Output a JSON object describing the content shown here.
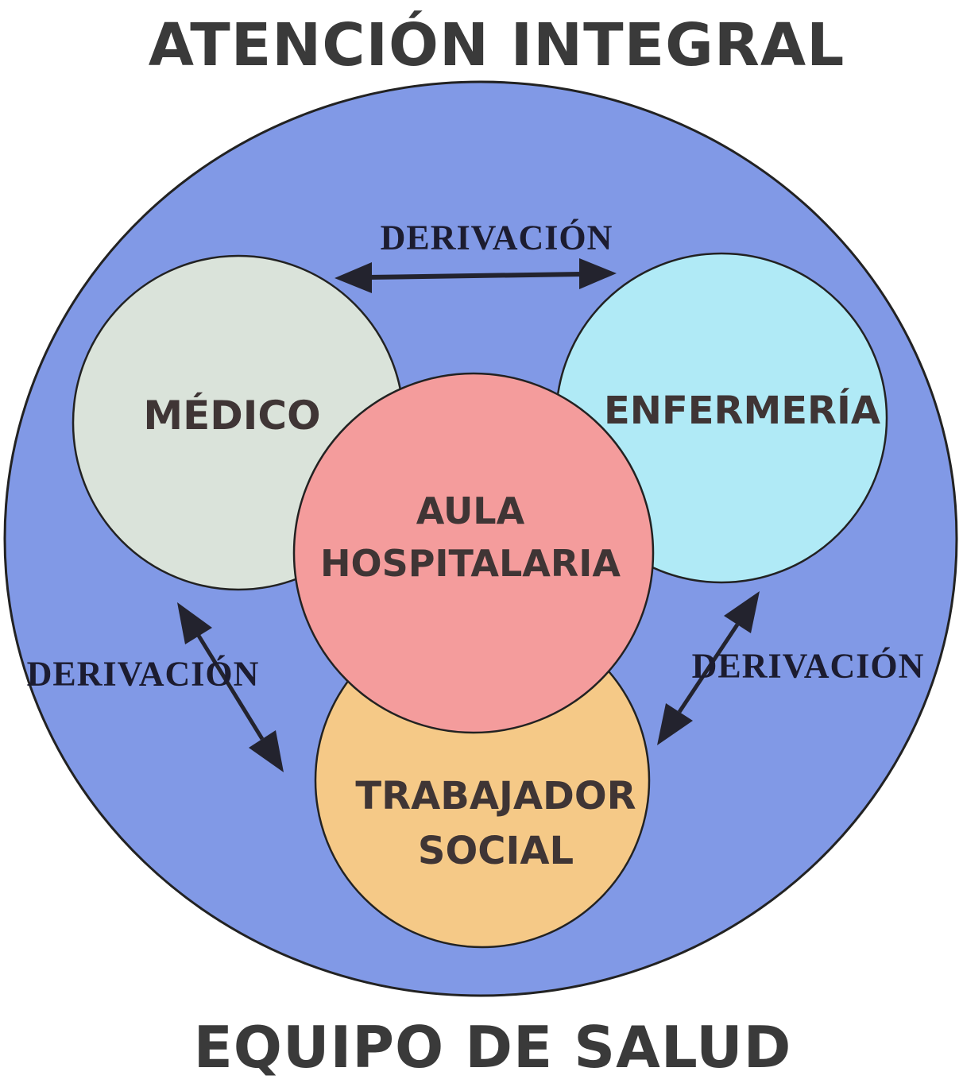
{
  "title": "ATENCIÓN INTEGRAL",
  "footer": "EQUIPO DE SALUD",
  "colors": {
    "outer_circle": "#8199e6",
    "medico_circle": "#dae3da",
    "enfermeria_circle": "#b0eaf6",
    "aula_circle": "#f49c9c",
    "trabajador_circle": "#f5c987",
    "outline": "#222222",
    "arrow": "#23232e",
    "heading_text": "#3a3a3a",
    "node_text": "#3f3535",
    "relation_text": "#1c1c30"
  },
  "nodes": {
    "medico": {
      "label": "MÉDICO"
    },
    "enfermeria": {
      "label": "ENFERMERÍA"
    },
    "aula": {
      "line1": "AULA",
      "line2": "HOSPITALARIA"
    },
    "trabajador": {
      "line1": "TRABAJADOR",
      "line2": "SOCIAL"
    }
  },
  "relations": [
    {
      "label": "DERIVACIÓN",
      "between": "medico-enfermeria"
    },
    {
      "label": "DERIVACIÓN",
      "between": "medico-trabajador"
    },
    {
      "label": "DERIVACIÓN",
      "between": "enfermeria-trabajador"
    }
  ]
}
